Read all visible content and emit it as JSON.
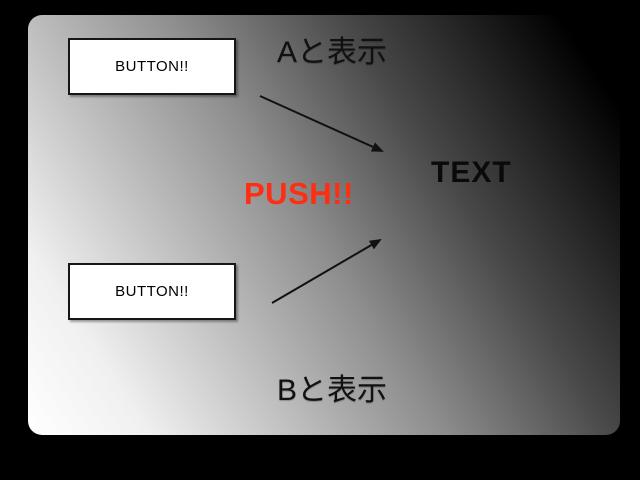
{
  "slide": {
    "background_color": "#000000",
    "panel": {
      "shape": "rounded-rectangle",
      "gradient_start_color": "#ffffff",
      "gradient_end_color": "#000000",
      "gradient_direction": "bottom-left to top-right"
    },
    "button_a": {
      "label": "BUTTON!!"
    },
    "button_b": {
      "label": "BUTTON!!"
    },
    "caption_a": "Aと表示",
    "caption_b": "Bと表示",
    "push": {
      "text": "PUSH!!",
      "color": "#ff2d12"
    },
    "text_display": "TEXT",
    "arrow_color": "#111111"
  }
}
